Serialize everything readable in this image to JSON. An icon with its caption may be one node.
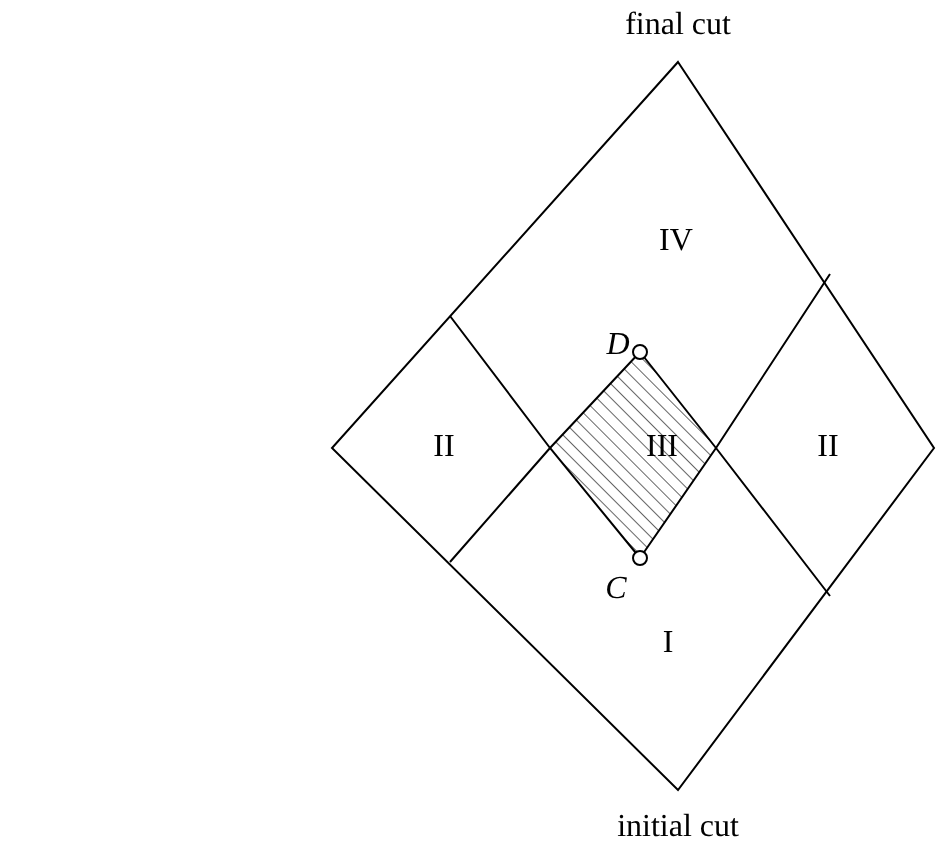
{
  "diagram": {
    "labels": [
      "final cut",
      "IV",
      "D",
      "II",
      "III",
      "II",
      "C",
      "I",
      "initial cut"
    ]
  }
}
